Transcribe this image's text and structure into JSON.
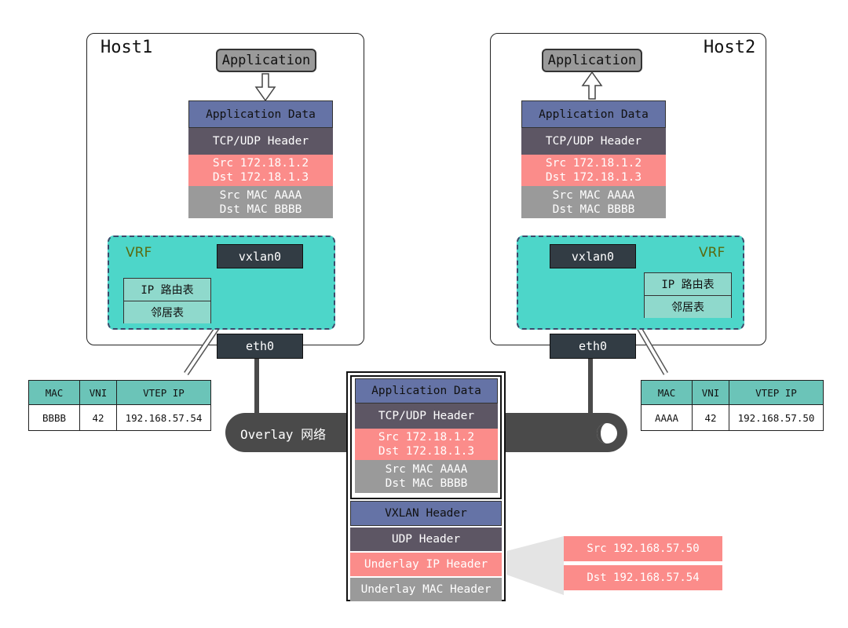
{
  "host1": {
    "label": "Host1",
    "app": "Application",
    "stack": [
      "Application Data",
      "TCP/UDP Header",
      "Src 172.18.1.2\nDst 172.18.1.3",
      "Src MAC AAAA\nDst MAC BBBB"
    ],
    "vrf": "VRF",
    "vxlan": "vxlan0",
    "eth": "eth0",
    "route_table": "IP 路由表",
    "neighbor_table": "邻居表",
    "fdb": {
      "headers": [
        "MAC",
        "VNI",
        "VTEP IP"
      ],
      "row": [
        "BBBB",
        "42",
        "192.168.57.54"
      ]
    }
  },
  "host2": {
    "label": "Host2",
    "app": "Application",
    "stack": [
      "Application Data",
      "TCP/UDP Header",
      "Src 172.18.1.2\nDst 172.18.1.3",
      "Src MAC AAAA\nDst MAC BBBB"
    ],
    "vrf": "VRF",
    "vxlan": "vxlan0",
    "eth": "eth0",
    "route_table": "IP 路由表",
    "neighbor_table": "邻居表",
    "fdb": {
      "headers": [
        "MAC",
        "VNI",
        "VTEP IP"
      ],
      "row": [
        "AAAA",
        "42",
        "192.168.57.50"
      ]
    }
  },
  "overlay": {
    "label": "Overlay 网络"
  },
  "packet": {
    "inner": [
      "Application Data",
      "TCP/UDP Header",
      "Src 172.18.1.2\nDst 172.18.1.3",
      "Src MAC AAAA\nDst MAC BBBB"
    ],
    "outer": [
      "VXLAN Header",
      "UDP Header",
      "Underlay IP Header",
      "Underlay MAC Header"
    ],
    "underlay_ip": [
      "Src 192.168.57.50",
      "Dst 192.168.57.54"
    ]
  },
  "colors": {
    "app_data": "#6573a6",
    "tcp": "#5d5664",
    "ip": "#fb8c8a",
    "mac": "#9a9a9a",
    "vrf": "#4dd6c9",
    "device": "#323c44",
    "overlay": "#4a4a4a"
  }
}
